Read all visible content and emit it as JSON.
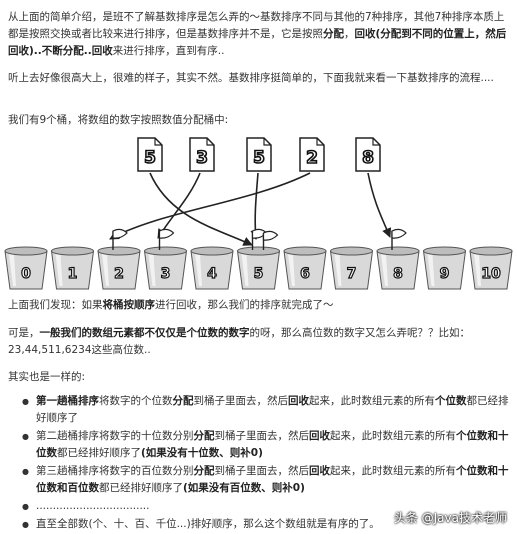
{
  "intro": {
    "t1": "从上面的简单介绍，是班不了解基数排序是怎么弄的～基数排序不同与其他的7种排序，其他7种排序本质上都是按照交换或者比较来进行排序，但是基数排序并不是，它是按照",
    "b1": "分配",
    "t2": "，",
    "b2": "回收(分配到不同的位置上，然后回收)..不断分配..回收",
    "t3": "来进行排序，直到有序.."
  },
  "para2": "听上去好像很高大上，很难的样子，其实不然。基数排序挺简单的，下面我就来看一下基数排序的流程....",
  "para3": "我们有9个桶，将数组的数字按照数值分配桶中:",
  "cards": [
    "5",
    "3",
    "5",
    "2",
    "8"
  ],
  "buckets": [
    "0",
    "1",
    "2",
    "3",
    "4",
    "5",
    "6",
    "7",
    "8",
    "9",
    "10"
  ],
  "found": {
    "t1": "上面我们发现：如果",
    "b1": "将桶按顺序",
    "t2": "进行回收，那么我们的排序就完成了～"
  },
  "question": {
    "t1": "可是，",
    "b1": "一般我们的数组元素都不仅仅是个位数的数字",
    "t2": "的呀，那么高位数的数字又怎么弄呢？？比如：23,44,511,6234这些高位数.."
  },
  "same": "其实也是一样的:",
  "steps": [
    {
      "b1": "第一趟桶排序",
      "t1": "将数字的个位数",
      "b2": "分配",
      "t2": "到桶子里面去，然后",
      "b3": "回收",
      "t3": "起来，此时数组元素的所有",
      "b4": "个位数",
      "t4": "都已经排好顺序了",
      "b5": ""
    },
    {
      "b1": "",
      "t1": "第二趟桶排序将数字的十位数分别",
      "b2": "分配",
      "t2": "到桶子里面去，然后",
      "b3": "回收",
      "t3": "起来，此时数组元素的所有",
      "b4": "个位数和十位数",
      "t4": "都已经排好顺序了",
      "b5": "(如果没有十位数、则补0)"
    },
    {
      "b1": "",
      "t1": "第三趟桶排序将数字的百位数分别",
      "b2": "分配",
      "t2": "到桶子里面去，然后",
      "b3": "回收",
      "t3": "起来，此时数组元素的所有",
      "b4": "个位数和十位数和百位数",
      "t4": "都已经排好顺序了",
      "b5": "(如果没有百位数、则补0)"
    },
    {
      "b1": "",
      "t1": "..................................",
      "b2": "",
      "t2": "",
      "b3": "",
      "t3": "",
      "b4": "",
      "t4": "",
      "b5": ""
    },
    {
      "b1": "",
      "t1": "直至全部数(个、十、百、千位...)排好顺序，那么这个数组就是有序的了。",
      "b2": "",
      "t2": "",
      "b3": "",
      "t3": "",
      "b4": "",
      "t4": "",
      "b5": ""
    }
  ],
  "watermark": "头条 @Java技术老师"
}
